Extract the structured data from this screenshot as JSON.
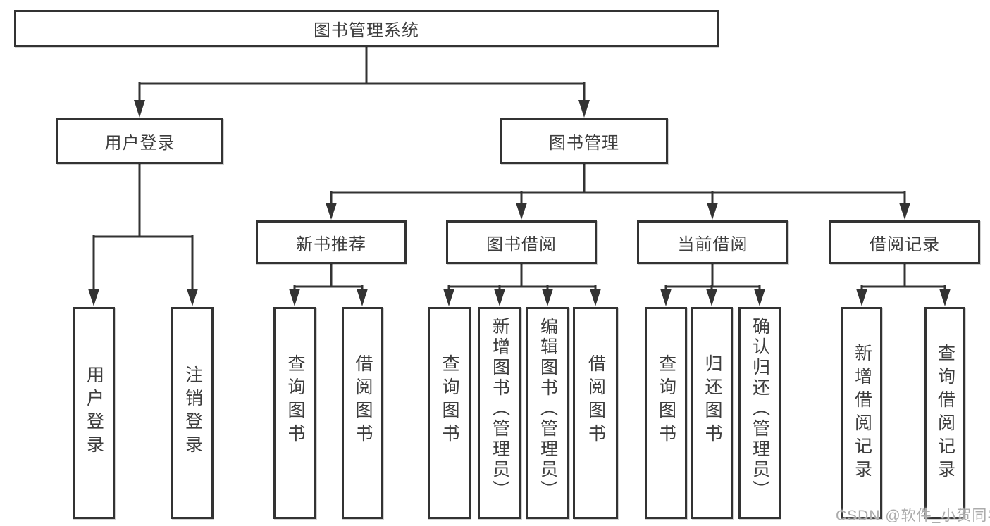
{
  "diagram": {
    "root": {
      "label": "图书管理系统"
    },
    "user_login": {
      "label": "用户登录",
      "children": [
        {
          "label": "用户登录"
        },
        {
          "label": "注销登录"
        }
      ]
    },
    "book_management": {
      "label": "图书管理",
      "children": [
        {
          "label": "新书推荐",
          "children": [
            {
              "label": "查询图书"
            },
            {
              "label": "借阅图书"
            }
          ]
        },
        {
          "label": "图书借阅",
          "children": [
            {
              "label": "查询图书"
            },
            {
              "label": "新增图书（管理员）"
            },
            {
              "label": "编辑图书（管理员）"
            },
            {
              "label": "借阅图书"
            }
          ]
        },
        {
          "label": "当前借阅",
          "children": [
            {
              "label": "查询图书"
            },
            {
              "label": "归还图书"
            },
            {
              "label": "确认归还（管理员）"
            }
          ]
        },
        {
          "label": "借阅记录",
          "children": [
            {
              "label": "新增借阅记录"
            },
            {
              "label": "查询借阅记录"
            }
          ]
        }
      ]
    },
    "watermark": "CSDN @软件_小贺同学",
    "colors": {
      "line": "#333333",
      "text": "#3d3d3d",
      "background": "#ffffff"
    }
  }
}
